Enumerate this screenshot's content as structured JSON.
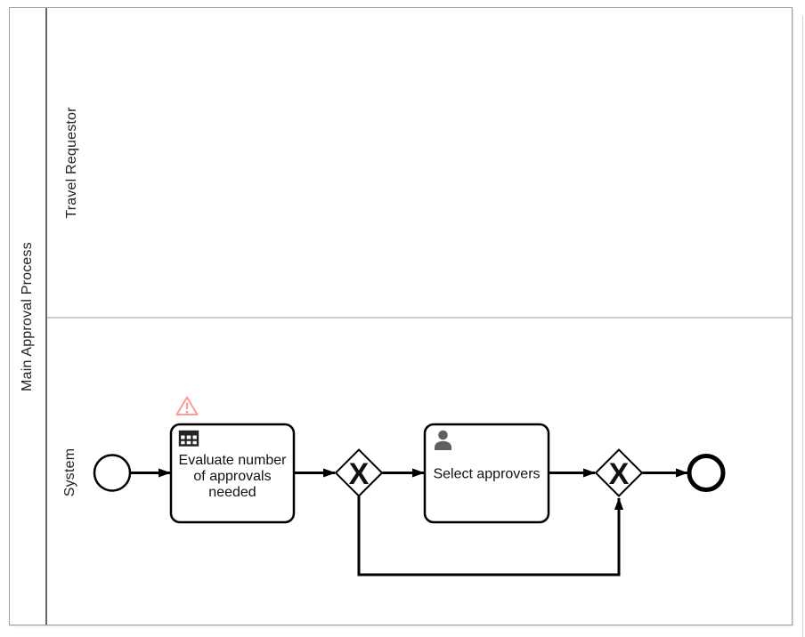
{
  "diagram": {
    "pool": {
      "label": "Main Approval Process"
    },
    "lanes": [
      {
        "label": "Travel Requestor"
      },
      {
        "label": "System"
      }
    ],
    "nodes": {
      "start_event": {
        "kind": "start-event"
      },
      "task_evaluate": {
        "kind": "business-rule-task",
        "icon": "table-icon",
        "label_lines": [
          "Evaluate number",
          "of approvals",
          "needed"
        ],
        "overlay": "validation-warning-icon"
      },
      "gateway_split": {
        "kind": "exclusive-gateway",
        "marker": "X"
      },
      "task_select": {
        "kind": "user-task",
        "icon": "user-icon",
        "label": "Select approvers"
      },
      "gateway_join": {
        "kind": "exclusive-gateway",
        "marker": "X"
      },
      "end_event": {
        "kind": "end-event"
      }
    },
    "colors": {
      "shape_stroke": "#000000",
      "warning_accent": "#ff9b9b",
      "pool_border": "#a0a0a0",
      "lane_divider": "#cccccc",
      "header_divider": "#676767",
      "icon_gray": "#606060"
    }
  }
}
